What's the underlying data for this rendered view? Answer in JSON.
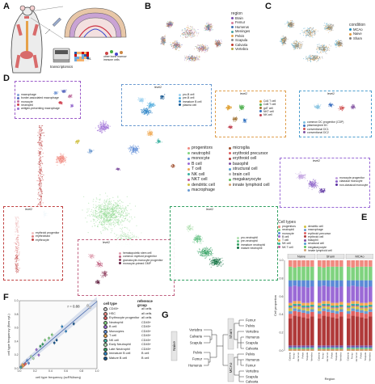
{
  "panels": {
    "a": "A",
    "b": "B",
    "c": "C",
    "d": "D",
    "e": "E",
    "f": "F",
    "g": "G"
  },
  "panel_a": {
    "transcriptomics_label": "transcriptomics",
    "vs_label": "vs.",
    "other_bm_label": "other bone marrow immune cells"
  },
  "panel_b": {
    "legend_title": "region",
    "regions": [
      {
        "name": "Brain",
        "color": "#7b4fb0"
      },
      {
        "name": "Femur",
        "color": "#d97c9c"
      },
      {
        "name": "Humerus",
        "color": "#3b6fb5"
      },
      {
        "name": "Meninges",
        "color": "#4aa3a0"
      },
      {
        "name": "Pelvis",
        "color": "#e5a14a"
      },
      {
        "name": "Scapula",
        "color": "#8a8a8a"
      },
      {
        "name": "Calvaria",
        "color": "#c0392b"
      },
      {
        "name": "Vertebra",
        "color": "#b5a642"
      }
    ]
  },
  "panel_c": {
    "legend_title": "condition",
    "conditions": [
      {
        "name": "MCAo",
        "color": "#1f8fbf"
      },
      {
        "name": "Naive",
        "color": "#e39a3b"
      },
      {
        "name": "Sham",
        "color": "#7f7f7f"
      }
    ]
  },
  "panel_d": {
    "main_legend_left": [
      {
        "name": "progenitors",
        "color": "#f08a80"
      },
      {
        "name": "neutrophil",
        "color": "#7fd37f"
      },
      {
        "name": "monocyte",
        "color": "#5b8ad6"
      },
      {
        "name": "B cell",
        "color": "#9b6ad6"
      },
      {
        "name": "T cell",
        "color": "#f0a850"
      },
      {
        "name": "NK cell",
        "color": "#39b0a0"
      },
      {
        "name": "NKT cell",
        "color": "#c05a9a"
      },
      {
        "name": "dendritic cell",
        "color": "#d0c040"
      },
      {
        "name": "macrophage",
        "color": "#6a9ad0"
      }
    ],
    "main_legend_right": [
      {
        "name": "microglia",
        "color": "#a05030"
      },
      {
        "name": "erythroid precursor",
        "color": "#e06060"
      },
      {
        "name": "erythroid cell",
        "color": "#b03a3a"
      },
      {
        "name": "basophil",
        "color": "#8050a0"
      },
      {
        "name": "structural cell",
        "color": "#50a0d0"
      },
      {
        "name": "brain cell",
        "color": "#b0b0b0"
      },
      {
        "name": "megakaryocyte",
        "color": "#60c060"
      },
      {
        "name": "innate lymphoid cell",
        "color": "#d0a070"
      }
    ],
    "sub_title": "level2",
    "sub_macrophage": [
      {
        "name": "macrophage",
        "color": "#7ea0d8"
      },
      {
        "name": "border-associated macrophage",
        "color": "#5b6bc0"
      },
      {
        "name": "monocyte",
        "color": "#c070a0"
      },
      {
        "name": "neutrophil",
        "color": "#d04050"
      },
      {
        "name": "antigen-presenting macrophage",
        "color": "#9a70d0"
      }
    ],
    "sub_bcell": [
      {
        "name": "pro-B cell",
        "color": "#9ad0f0"
      },
      {
        "name": "pre-B cell",
        "color": "#5ab0e0"
      },
      {
        "name": "immature B cell",
        "color": "#2f86c8"
      },
      {
        "name": "plasma cell",
        "color": "#14558f"
      }
    ],
    "sub_tcell": [
      {
        "name": "Cd4 T cell",
        "color": "#e0a030"
      },
      {
        "name": "Cd8 T cell",
        "color": "#50b050"
      },
      {
        "name": "gdT cell",
        "color": "#a07030"
      },
      {
        "name": "NKT cell",
        "color": "#3070c0"
      },
      {
        "name": "NK cell",
        "color": "#c04050"
      }
    ],
    "sub_dc": [
      {
        "name": "common DC progenitor (CDP)",
        "color": "#80c0e0"
      },
      {
        "name": "plasmacytoid DC",
        "color": "#3a6fc0"
      },
      {
        "name": "conventional DC1",
        "color": "#d05050"
      },
      {
        "name": "conventional DC2",
        "color": "#8050a0"
      }
    ],
    "sub_monocyte": [
      {
        "name": "monocyte progenitor",
        "color": "#c0a0e0"
      },
      {
        "name": "classical monocyte",
        "color": "#8a60c8"
      },
      {
        "name": "non-classical monocyte",
        "color": "#5a30a0"
      }
    ],
    "sub_erythroid": [
      {
        "name": "erythroid progenitor",
        "color": "#f0c0c0"
      },
      {
        "name": "erythroblast",
        "color": "#e08080"
      },
      {
        "name": "erythrocyte",
        "color": "#c04040"
      }
    ],
    "sub_progenitor": [
      {
        "name": "hematopoietic stem cell",
        "color": "#e0a0b0"
      },
      {
        "name": "common myeloid progenitor",
        "color": "#c06080"
      },
      {
        "name": "granulocyte-monocyte progenitor",
        "color": "#904060"
      },
      {
        "name": "monocyte-primed GMP",
        "color": "#602040"
      }
    ],
    "sub_neutrophil": [
      {
        "name": "pro-neutrophil",
        "color": "#b0e0b0"
      },
      {
        "name": "pre-neutrophil",
        "color": "#60c080"
      },
      {
        "name": "immature neutrophil",
        "color": "#30a060"
      },
      {
        "name": "mature neutrophil",
        "color": "#107040"
      }
    ]
  },
  "panel_e": {
    "legend_title": "Cell types",
    "legend_left": [
      {
        "name": "progenitors",
        "color": "#f08a80"
      },
      {
        "name": "neutrophil",
        "color": "#7fd37f"
      },
      {
        "name": "monocyte",
        "color": "#5b8ad6"
      },
      {
        "name": "B cell",
        "color": "#9b6ad6"
      },
      {
        "name": "T cell",
        "color": "#f0a850"
      },
      {
        "name": "NK cell",
        "color": "#39b0a0"
      },
      {
        "name": "NK T cell",
        "color": "#c05a9a"
      }
    ],
    "legend_right": [
      {
        "name": "dendritic cell",
        "color": "#d0c040"
      },
      {
        "name": "macrophage",
        "color": "#6a9ad0"
      },
      {
        "name": "erythroid precursor",
        "color": "#e06060"
      },
      {
        "name": "erythroid cell",
        "color": "#b03a3a"
      },
      {
        "name": "basophil",
        "color": "#8050a0"
      },
      {
        "name": "structural cell",
        "color": "#50a0d0"
      },
      {
        "name": "megakaryocyte",
        "color": "#60c060"
      },
      {
        "name": "innate lymphoid cell",
        "color": "#d0a070"
      }
    ],
    "groups": [
      "Naive",
      "Sham",
      "MCAo"
    ],
    "ylabel": "Cell proportion",
    "xlabel": "Region",
    "yticks": [
      "0.0",
      "0.2",
      "0.4",
      "0.6",
      "0.8",
      "1.0"
    ],
    "regions": [
      "Calvaria",
      "Femur",
      "Humerus",
      "Pelvis",
      "Scapula",
      "Vertebra"
    ]
  },
  "panel_f": {
    "r_label": "r = 0.88",
    "xlabel": "cell type frequency (scRNAseq)",
    "ylabel": "cell type frequency (flow cyt.)",
    "col1_title": "cell type",
    "col2_title": "reference group",
    "rows": [
      {
        "type": "CD45+",
        "ref": "all cells",
        "color": "#d0d0d0"
      },
      {
        "type": "HSC",
        "ref": "all cells",
        "color": "#f08a80"
      },
      {
        "type": "Erythrocyte progenitor",
        "ref": "all cells",
        "color": "#e06060"
      },
      {
        "type": "Neutrophil",
        "ref": "CD45+",
        "color": "#7fd37f"
      },
      {
        "type": "B cell",
        "ref": "CD45+",
        "color": "#9b6ad6"
      },
      {
        "type": "Monocytes",
        "ref": "CD45+",
        "color": "#5b8ad6"
      },
      {
        "type": "T cell",
        "ref": "CD45+",
        "color": "#f0a850"
      },
      {
        "type": "NK cell",
        "ref": "CD45+",
        "color": "#39b0a0"
      },
      {
        "type": "Early Neutrophil",
        "ref": "CD45+",
        "color": "#b0e0b0"
      },
      {
        "type": "Late Neutrophil",
        "ref": "CD45+",
        "color": "#30a060"
      },
      {
        "type": "Immature B cell",
        "ref": "B cell",
        "color": "#2f86c8"
      },
      {
        "type": "Mature B cell",
        "ref": "B cell",
        "color": "#14558f"
      }
    ],
    "xticks": [
      "0.0",
      "0.2",
      "0.4",
      "0.6",
      "0.8",
      "1.0"
    ],
    "yticks": [
      "0.0",
      "0.2",
      "0.4",
      "0.6",
      "0.8",
      "1.0"
    ]
  },
  "panel_g": {
    "naive": "Naive",
    "sham": "Sham",
    "mcao": "MCAo",
    "naive_leaves": [
      "Vertebra",
      "Calvaria",
      "Scapula",
      "Pelvis",
      "Femur",
      "Humerus"
    ],
    "sham_leaves": [
      "Femur",
      "Pelvis",
      "Vertebra",
      "Humerus",
      "Scapula",
      "Calvaria"
    ],
    "mcao_leaves": [
      "Pelvis",
      "Humerus",
      "Femur",
      "Vertebra",
      "Scapula",
      "Calvaria"
    ]
  },
  "chart_data": [
    {
      "type": "bar",
      "stacked": true,
      "panel": "E",
      "groups": [
        "Naive",
        "Sham",
        "MCAo"
      ],
      "categories": [
        "Calvaria",
        "Femur",
        "Humerus",
        "Pelvis",
        "Scapula",
        "Vertebra"
      ],
      "ylim": [
        0,
        1
      ],
      "series_order": [
        "innate lymphoid cell",
        "megakaryocyte",
        "structural cell",
        "basophil",
        "erythroid cell",
        "erythroid precursor",
        "macrophage",
        "dendritic cell",
        "NK T cell",
        "NK cell",
        "T cell",
        "B cell",
        "monocyte",
        "neutrophil",
        "progenitors"
      ],
      "series_colors": [
        "#d0a070",
        "#60c060",
        "#50a0d0",
        "#8050a0",
        "#b03a3a",
        "#e06060",
        "#6a9ad0",
        "#d0c040",
        "#c05a9a",
        "#39b0a0",
        "#f0a850",
        "#9b6ad6",
        "#5b8ad6",
        "#7fd37f",
        "#f08a80"
      ],
      "values": [
        [
          0.02,
          0.01,
          0.01,
          0.02,
          0.3,
          0.05,
          0.03,
          0.03,
          0.01,
          0.02,
          0.03,
          0.18,
          0.07,
          0.15,
          0.07
        ],
        [
          0.02,
          0.01,
          0.01,
          0.02,
          0.33,
          0.05,
          0.03,
          0.02,
          0.01,
          0.02,
          0.03,
          0.17,
          0.06,
          0.14,
          0.08
        ],
        [
          0.02,
          0.01,
          0.01,
          0.02,
          0.32,
          0.05,
          0.03,
          0.03,
          0.01,
          0.02,
          0.03,
          0.16,
          0.07,
          0.15,
          0.07
        ],
        [
          0.02,
          0.01,
          0.01,
          0.02,
          0.31,
          0.05,
          0.03,
          0.02,
          0.01,
          0.02,
          0.03,
          0.18,
          0.07,
          0.15,
          0.07
        ],
        [
          0.02,
          0.01,
          0.01,
          0.02,
          0.3,
          0.05,
          0.03,
          0.03,
          0.01,
          0.02,
          0.03,
          0.17,
          0.08,
          0.15,
          0.07
        ],
        [
          0.02,
          0.01,
          0.01,
          0.02,
          0.32,
          0.05,
          0.03,
          0.02,
          0.01,
          0.02,
          0.03,
          0.17,
          0.07,
          0.15,
          0.07
        ]
      ]
    },
    {
      "type": "scatter",
      "panel": "F",
      "r": 0.88,
      "xlim": [
        0,
        1
      ],
      "ylim": [
        0,
        1
      ],
      "points": [
        {
          "x": 0.88,
          "y": 0.93,
          "c": "#d0d0d0"
        },
        {
          "x": 0.91,
          "y": 0.9,
          "c": "#d0d0d0"
        },
        {
          "x": 0.02,
          "y": 0.03,
          "c": "#f08a80"
        },
        {
          "x": 0.03,
          "y": 0.02,
          "c": "#f08a80"
        },
        {
          "x": 0.06,
          "y": 0.05,
          "c": "#e06060"
        },
        {
          "x": 0.08,
          "y": 0.07,
          "c": "#e06060"
        },
        {
          "x": 0.38,
          "y": 0.45,
          "c": "#7fd37f"
        },
        {
          "x": 0.42,
          "y": 0.5,
          "c": "#7fd37f"
        },
        {
          "x": 0.33,
          "y": 0.42,
          "c": "#7fd37f"
        },
        {
          "x": 0.22,
          "y": 0.28,
          "c": "#9b6ad6"
        },
        {
          "x": 0.25,
          "y": 0.2,
          "c": "#9b6ad6"
        },
        {
          "x": 0.1,
          "y": 0.12,
          "c": "#5b8ad6"
        },
        {
          "x": 0.12,
          "y": 0.08,
          "c": "#5b8ad6"
        },
        {
          "x": 0.04,
          "y": 0.06,
          "c": "#f0a850"
        },
        {
          "x": 0.05,
          "y": 0.04,
          "c": "#f0a850"
        },
        {
          "x": 0.02,
          "y": 0.02,
          "c": "#39b0a0"
        },
        {
          "x": 0.15,
          "y": 0.18,
          "c": "#b0e0b0"
        },
        {
          "x": 0.18,
          "y": 0.15,
          "c": "#b0e0b0"
        },
        {
          "x": 0.27,
          "y": 0.33,
          "c": "#30a060"
        },
        {
          "x": 0.3,
          "y": 0.36,
          "c": "#30a060"
        },
        {
          "x": 0.6,
          "y": 0.55,
          "c": "#2f86c8"
        },
        {
          "x": 0.55,
          "y": 0.62,
          "c": "#2f86c8"
        },
        {
          "x": 0.45,
          "y": 0.38,
          "c": "#14558f"
        },
        {
          "x": 0.48,
          "y": 0.42,
          "c": "#14558f"
        },
        {
          "x": 0.7,
          "y": 0.66,
          "c": "#14558f"
        }
      ]
    }
  ]
}
